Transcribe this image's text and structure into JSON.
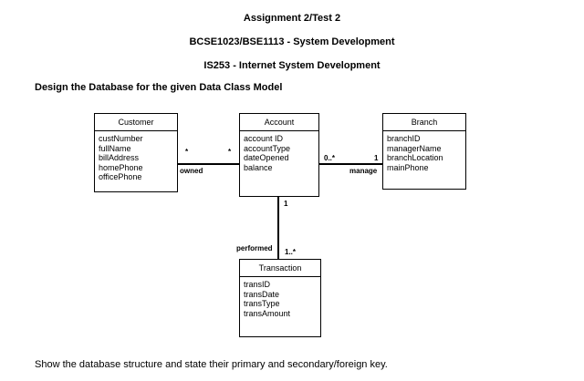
{
  "header": {
    "line1": "Assignment 2/Test 2",
    "line2": "BCSE1023/BSE1113 - System Development",
    "line3": "IS253 - Internet System Development"
  },
  "task": "Design the Database for the given Data Class Model",
  "footer": "Show the database structure and state their primary and secondary/foreign key.",
  "classes": {
    "customer": {
      "name": "Customer",
      "attributes": [
        "custNumber",
        "fullName",
        "billAddress",
        "homePhone",
        "officePhone"
      ]
    },
    "account": {
      "name": "Account",
      "attributes": [
        "account ID",
        "accountType",
        "dateOpened",
        "balance"
      ]
    },
    "branch": {
      "name": "Branch",
      "attributes": [
        "branchID",
        "managerName",
        "branchLocation",
        "mainPhone"
      ]
    },
    "transaction": {
      "name": "Transaction",
      "attributes": [
        "transID",
        "transDate",
        "transType",
        "transAmount"
      ]
    }
  },
  "associations": {
    "owned": {
      "label": "owned",
      "customer_mult": "*",
      "account_mult": "*"
    },
    "manage": {
      "label": "manage",
      "account_mult": "0..*",
      "branch_mult": "1"
    },
    "performed": {
      "label": "performed",
      "account_mult": "1",
      "transaction_mult": "1..*"
    }
  }
}
